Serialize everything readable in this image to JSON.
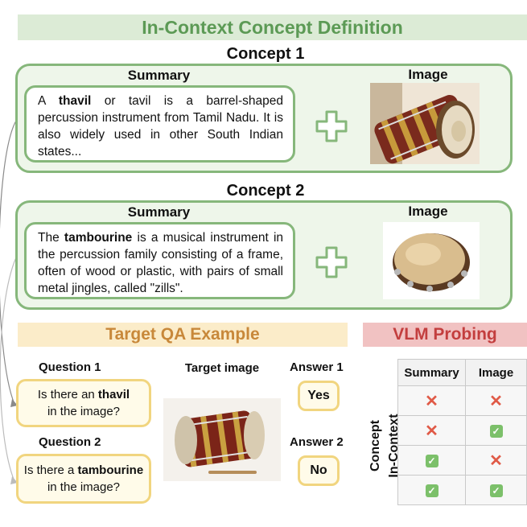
{
  "header": {
    "title": "In-Context Concept Definition"
  },
  "concept1": {
    "title": "Concept 1",
    "summary_label": "Summary",
    "image_label": "Image",
    "summary_pre": "A ",
    "summary_term": "thavil",
    "summary_post": " or tavil is a barrel-shaped percussion instrument from Tamil Nadu. It is also widely used in other South Indian states..."
  },
  "concept2": {
    "title": "Concept 2",
    "summary_label": "Summary",
    "image_label": "Image",
    "summary_pre": "The ",
    "summary_term": "tambourine",
    "summary_post": " is a musical instrument in the percussion family consisting of a frame, often of wood or plastic, with pairs of small metal jingles, called \"zills\"."
  },
  "target_qa": {
    "title": "Target QA Example",
    "target_image_label": "Target image",
    "q1": {
      "label": "Question 1",
      "pre": "Is there an ",
      "term": "thavil",
      "post": "in the image?"
    },
    "q2": {
      "label": "Question 2",
      "pre": "Is there a ",
      "term": "tambourine",
      "post": "in the image?"
    },
    "a1": {
      "label": "Answer 1",
      "value": "Yes"
    },
    "a2": {
      "label": "Answer 2",
      "value": "No"
    }
  },
  "vlm_probing": {
    "title": "VLM Probing",
    "row_label_line1": "Concept",
    "row_label_line2": "In-Context",
    "columns": [
      "Summary",
      "Image"
    ],
    "rows": [
      [
        "no",
        "no"
      ],
      [
        "no",
        "yes"
      ],
      [
        "yes",
        "no"
      ],
      [
        "yes",
        "yes"
      ]
    ],
    "symbols": {
      "no": "✕",
      "yes": "✓"
    }
  },
  "colors": {
    "green": "#86b77b",
    "green_bg": "#eef6ea",
    "yellow": "#f1d57f",
    "orange_text": "#c8883a",
    "red_text": "#c33e3e",
    "cross": "#e05a47",
    "check": "#7cc06a"
  }
}
